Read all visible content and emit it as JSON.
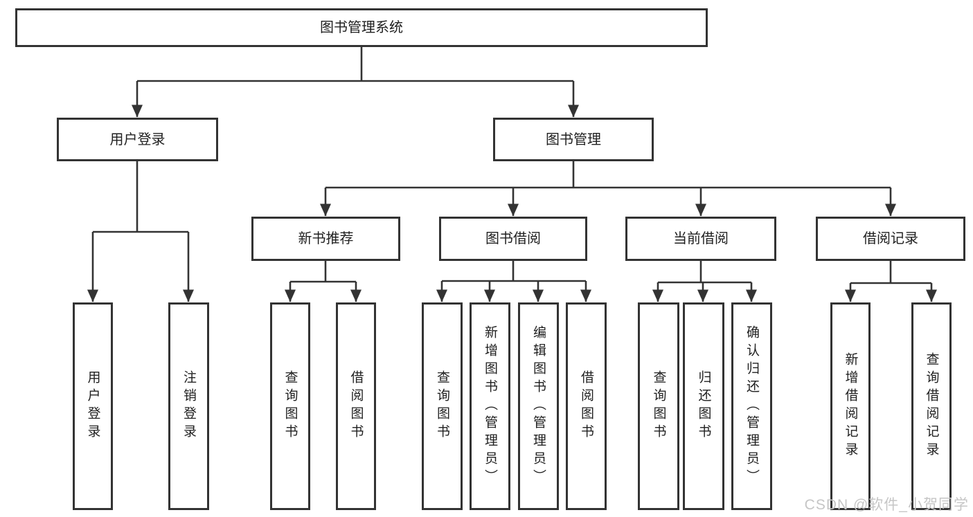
{
  "tree": {
    "label": "图书管理系统",
    "children": [
      {
        "label": "用户登录",
        "children": [
          {
            "label": "用户登录"
          },
          {
            "label": "注销登录"
          }
        ]
      },
      {
        "label": "图书管理",
        "children": [
          {
            "label": "新书推荐",
            "children": [
              {
                "label": "查询图书"
              },
              {
                "label": "借阅图书"
              }
            ]
          },
          {
            "label": "图书借阅",
            "children": [
              {
                "label": "查询图书"
              },
              {
                "label": "新增图书（管理员）"
              },
              {
                "label": "编辑图书（管理员）"
              },
              {
                "label": "借阅图书"
              }
            ]
          },
          {
            "label": "当前借阅",
            "children": [
              {
                "label": "查询图书"
              },
              {
                "label": "归还图书"
              },
              {
                "label": "确认归还（管理员）"
              }
            ]
          },
          {
            "label": "借阅记录",
            "children": [
              {
                "label": "新增借阅记录"
              },
              {
                "label": "查询借阅记录"
              }
            ]
          }
        ]
      }
    ]
  },
  "watermark": {
    "text": "CSDN @软件_小贺同学"
  },
  "colors": {
    "line": "#333333",
    "text": "#1f1f1f",
    "box_background": "#ffffff",
    "page_background": "#ffffff",
    "watermark": "#c6c6c6"
  }
}
